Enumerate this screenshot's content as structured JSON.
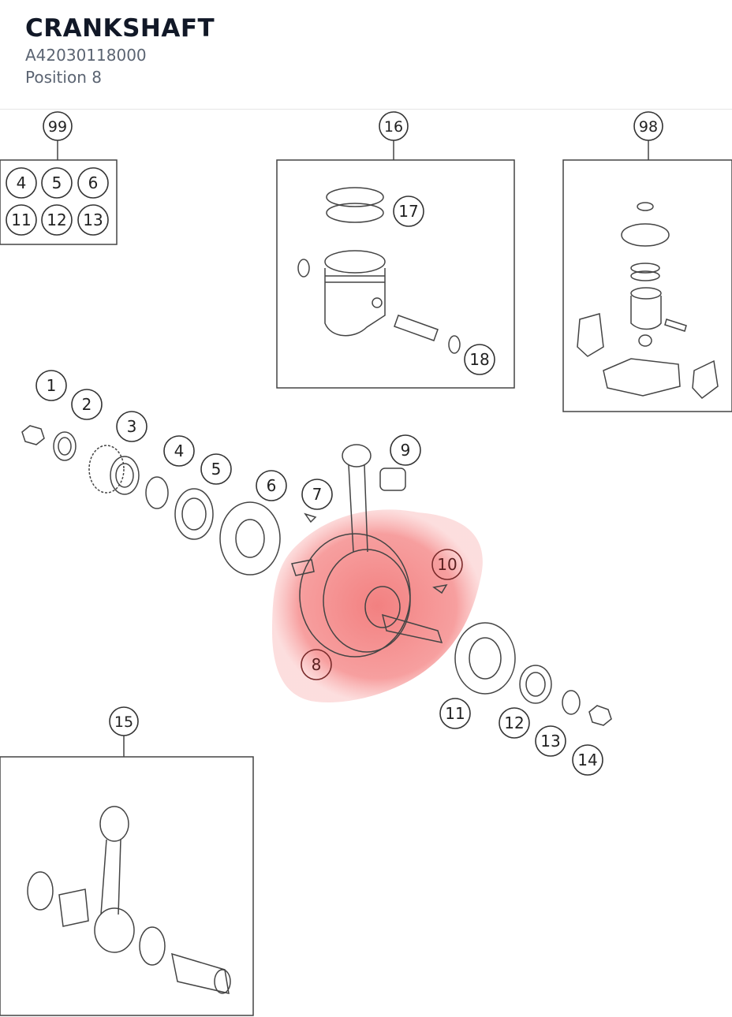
{
  "header": {
    "title": "CRANKSHAFT",
    "part_number": "A42030118000",
    "position": "Position 8"
  },
  "diagram": {
    "selected_part": "8",
    "highlight_color": "#f08080",
    "line_color": "#444444",
    "callouts": {
      "c99": "99",
      "c16": "16",
      "c98": "98",
      "k4": "4",
      "k5": "5",
      "k6": "6",
      "k11": "11",
      "k12": "12",
      "k13": "13",
      "c17": "17",
      "c18": "18",
      "c1": "1",
      "c2": "2",
      "c3": "3",
      "c4": "4",
      "c5": "5",
      "c6": "6",
      "c7": "7",
      "c8": "8",
      "c9": "9",
      "c10": "10",
      "c11": "11",
      "c12": "12",
      "c13": "13",
      "c14": "14",
      "c15": "15"
    }
  }
}
